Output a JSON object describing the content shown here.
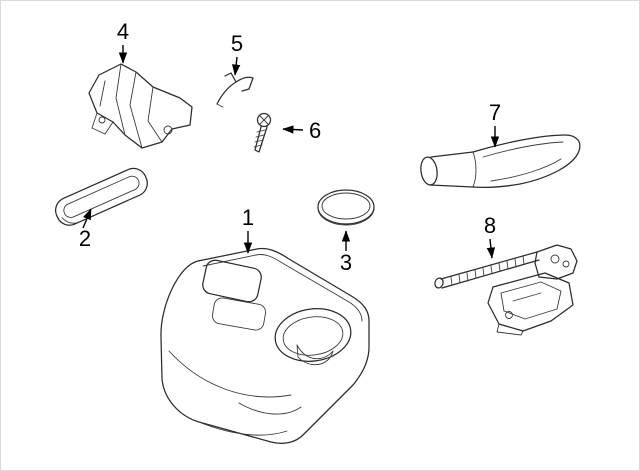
{
  "diagram": {
    "type": "exploded-parts-diagram",
    "subject": "floor-console-and-parking-brake-parts",
    "background_color": "#ffffff",
    "line_color": "#2b2b2b",
    "callout_color": "#000000",
    "callouts": [
      {
        "number": "1",
        "part": "console-body"
      },
      {
        "number": "2",
        "part": "console-trim-plate"
      },
      {
        "number": "3",
        "part": "round-cap"
      },
      {
        "number": "4",
        "part": "mounting-bracket"
      },
      {
        "number": "5",
        "part": "spring-clip"
      },
      {
        "number": "6",
        "part": "screw"
      },
      {
        "number": "7",
        "part": "parking-brake-handle-boot"
      },
      {
        "number": "8",
        "part": "parking-brake-lever-assembly"
      }
    ]
  }
}
